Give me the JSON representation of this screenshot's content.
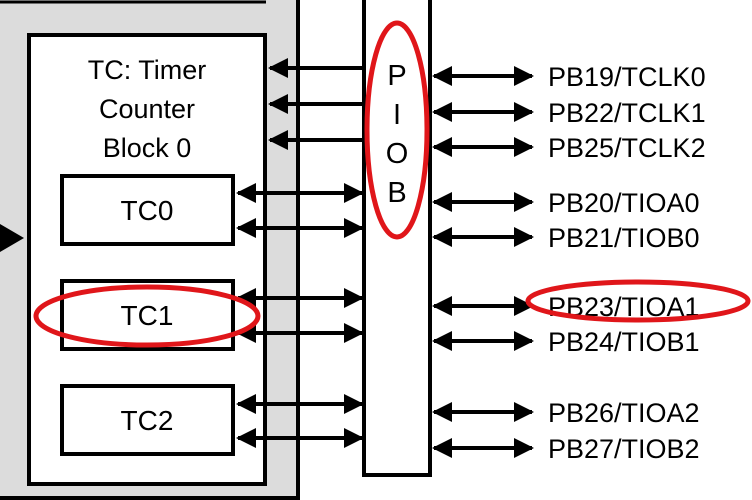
{
  "block_title": [
    "TC: Timer",
    "Counter",
    "Block 0"
  ],
  "channels": [
    "TC0",
    "TC1",
    "TC2"
  ],
  "piob_letters": [
    "P",
    "I",
    "O",
    "B"
  ],
  "pins": [
    "PB19/TCLK0",
    "PB22/TCLK1",
    "PB25/TCLK2",
    "PB20/TIOA0",
    "PB21/TIOB0",
    "PB23/TIOA1",
    "PB24/TIOB1",
    "PB26/TIOA2",
    "PB27/TIOB2"
  ],
  "highlight_color": "#e0161a",
  "panel_color": "#dcdcdc"
}
